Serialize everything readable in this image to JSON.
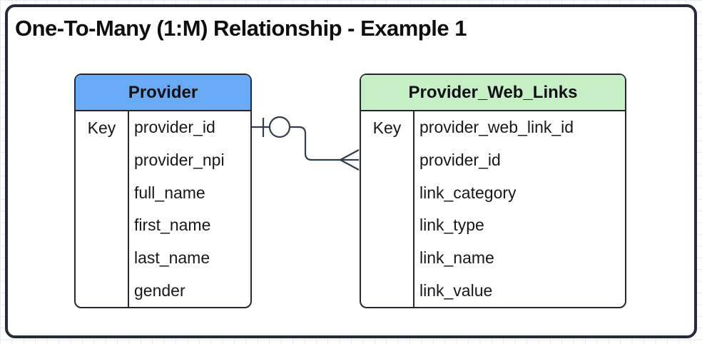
{
  "diagram": {
    "title": "One-To-Many (1:M) Relationship - Example 1",
    "tables": [
      {
        "name": "Provider",
        "header_color": "#68aaf6",
        "key_label": "Key",
        "attributes": [
          "provider_id",
          "provider_npi",
          "full_name",
          "first_name",
          "last_name",
          "gender"
        ]
      },
      {
        "name": "Provider_Web_Links",
        "header_color": "#c7efc6",
        "key_label": "Key",
        "attributes": [
          "provider_web_link_id",
          "provider_id",
          "link_category",
          "link_type",
          "link_name",
          "link_value"
        ]
      }
    ],
    "relationship": {
      "type": "one-to-many",
      "one_side": "Provider",
      "many_side": "Provider_Web_Links",
      "one_end_symbol": "ring-and-dash",
      "many_end_symbol": "crow-foot"
    },
    "colors": {
      "canvas_border": "#252b38",
      "table_border": "#23272f",
      "connector": "#333e4e",
      "grid_line": "#e7eaee",
      "provider_header": "#68aaf6",
      "web_links_header": "#c7efc6"
    }
  }
}
